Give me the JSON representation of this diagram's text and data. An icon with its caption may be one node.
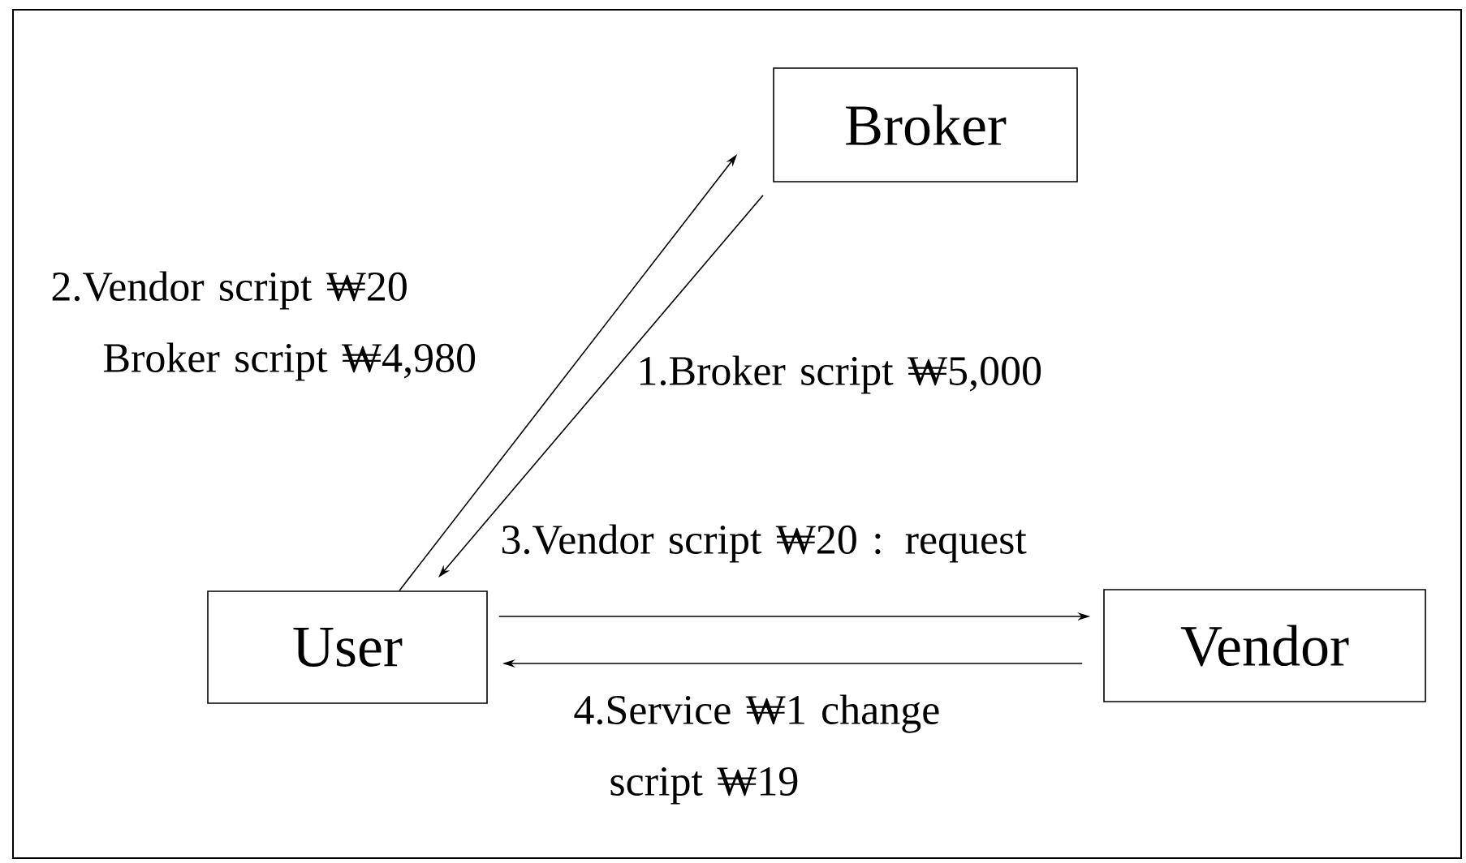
{
  "diagram": {
    "nodes": [
      {
        "text": [
          "Broker"
        ]
      },
      {
        "text": [
          "User"
        ]
      },
      {
        "text": [
          "Vendor"
        ]
      }
    ],
    "edges": [
      {
        "from": 1,
        "to": 0,
        "arrow": "to",
        "label": "2.Vendor script ₩20 Broker script ₩4,980"
      },
      {
        "from": 0,
        "to": 1,
        "arrow": "to",
        "label": "1.Broker script ₩5,000"
      },
      {
        "from": 1,
        "to": 2,
        "arrow": "to",
        "label": "3.Vendor script ₩20 : request"
      },
      {
        "from": 2,
        "to": 1,
        "arrow": "to",
        "label": "4.Service ₩1 change script ₩19"
      }
    ]
  }
}
